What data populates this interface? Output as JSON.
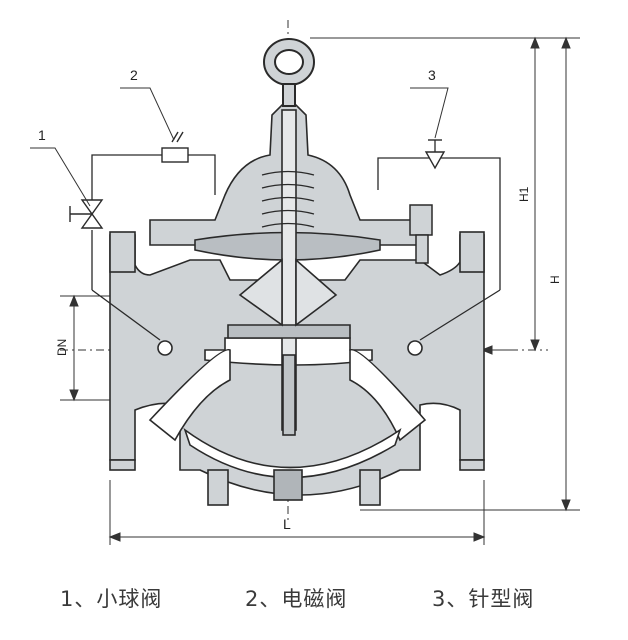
{
  "labels": {
    "callout_1": "1",
    "callout_2": "2",
    "callout_3": "3",
    "dim_h1": "H1",
    "dim_h": "H",
    "dim_dn": "DN",
    "dim_l": "L"
  },
  "legend": {
    "item_1": "1、小球阀",
    "item_2": "2、电磁阀",
    "item_3": "3、针型阀"
  },
  "colors": {
    "body_fill": "#cfd3d6",
    "line": "#2a2a2a",
    "dashed": "#555555"
  }
}
